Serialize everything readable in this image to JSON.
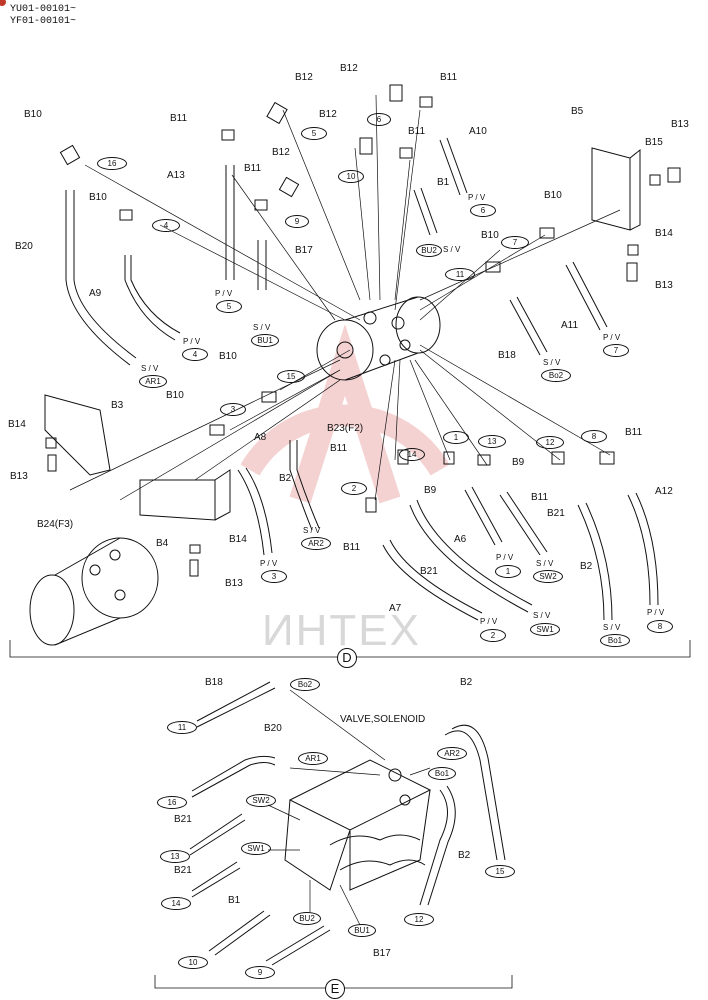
{
  "header": {
    "line1": "YU01-00101~",
    "line2": "YF01-00101~"
  },
  "watermark": "ИНТЕХ",
  "sections": {
    "d": "D",
    "e": "E"
  },
  "valve_title": "VALVE,SOLENOID",
  "labels": {
    "b12_a": "B12",
    "b12_b": "B12",
    "b12_c": "B12",
    "b12_d": "B12",
    "b11_a": "B11",
    "b11_b": "B11",
    "b11_c": "B11",
    "b11_d": "B11",
    "b11_e": "B11",
    "b11_f": "B11",
    "b11_g": "B11",
    "b11_h": "B11",
    "b10_a": "B10",
    "b10_b": "B10",
    "b10_c": "B10",
    "b10_d": "B10",
    "b10_e": "B10",
    "b10_f": "B10",
    "a13": "A13",
    "b17": "B17",
    "b20": "B20",
    "a9": "A9",
    "a10": "A10",
    "b1": "B1",
    "b5": "B5",
    "b15": "B15",
    "b13_a": "B13",
    "b13_b": "B13",
    "b13_c": "B13",
    "b14_a": "B14",
    "b14_b": "B14",
    "b14_c": "B14",
    "a11": "A11",
    "b18": "B18",
    "b3": "B3",
    "a8": "A8",
    "b2_a": "B2",
    "b2_b": "B2",
    "b23": "B23(F2)",
    "b9_a": "B9",
    "b9_b": "B9",
    "a6": "A6",
    "b21_a": "B21",
    "b21_b": "B21",
    "a12": "A12",
    "b24": "B24(F3)",
    "b4": "B4",
    "a7": "A7",
    "e_b18": "B18",
    "e_b20": "B20",
    "e_b2_top": "B2",
    "e_b2": "B2",
    "e_b21_a": "B21",
    "e_b21_b": "B21",
    "e_b1": "B1",
    "e_b17": "B17"
  },
  "ovals": {
    "o16": "16",
    "o4": "4",
    "o5": "5",
    "o6": "6",
    "o10": "10",
    "o9": "9",
    "o7": "7",
    "o11": "11",
    "o15": "15",
    "o3": "3",
    "o1": "1",
    "o13": "13",
    "o12": "12",
    "o8": "8",
    "o14": "14",
    "o2": "2",
    "bu2": "BU2",
    "bu1": "BU1",
    "ar1": "AR1",
    "bo2": "Bo2",
    "ar2": "AR2",
    "sw2": "SW2",
    "sw1": "SW1",
    "bo1": "Bo1",
    "p5": "5",
    "p6": "6",
    "p7": "7",
    "p4": "4",
    "p3": "3",
    "p1": "1",
    "p2": "2",
    "p8": "8",
    "e11": "11",
    "e16": "16",
    "e13": "13",
    "e14": "14",
    "e10": "10",
    "e9": "9",
    "e15": "15",
    "e12": "12",
    "e_bo2": "Bo2",
    "e_ar1": "AR1",
    "e_ar2": "AR2",
    "e_bo1": "Bo1",
    "e_sw2": "SW2",
    "e_sw1": "SW1",
    "e_bu2": "BU2",
    "e_bu1": "BU1"
  },
  "tags": {
    "pv": "P / V",
    "sv": "S / V",
    "sv_bu2": "S / V"
  }
}
